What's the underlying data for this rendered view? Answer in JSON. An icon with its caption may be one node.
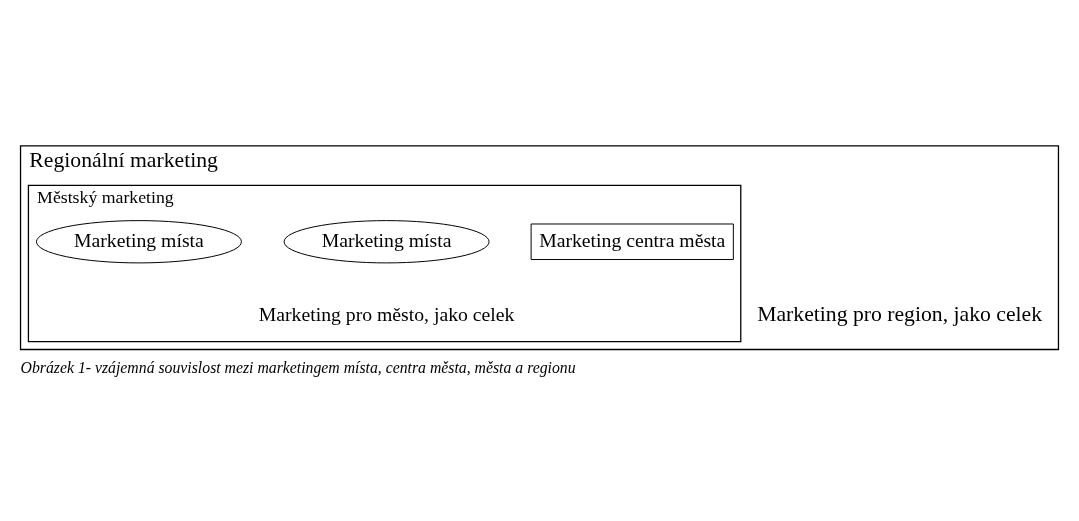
{
  "diagram": {
    "caption": "Obrázek 1- vzájemná souvislost mezi marketingem místa, centra města, města a regionu",
    "nodes": [
      {
        "text": [
          "Regionální marketing",
          "Marketing pro region, jako celek"
        ]
      },
      {
        "text": [
          "Městský marketing",
          "Marketing pro město, jako celek"
        ],
        "in": 0
      },
      {
        "text": [
          "Marketing centra města"
        ],
        "in": 1
      },
      {
        "text": [
          "Marketing místa"
        ],
        "in": 1
      },
      {
        "text": [
          "Marketing místa"
        ],
        "in": 1
      }
    ],
    "edges": []
  }
}
